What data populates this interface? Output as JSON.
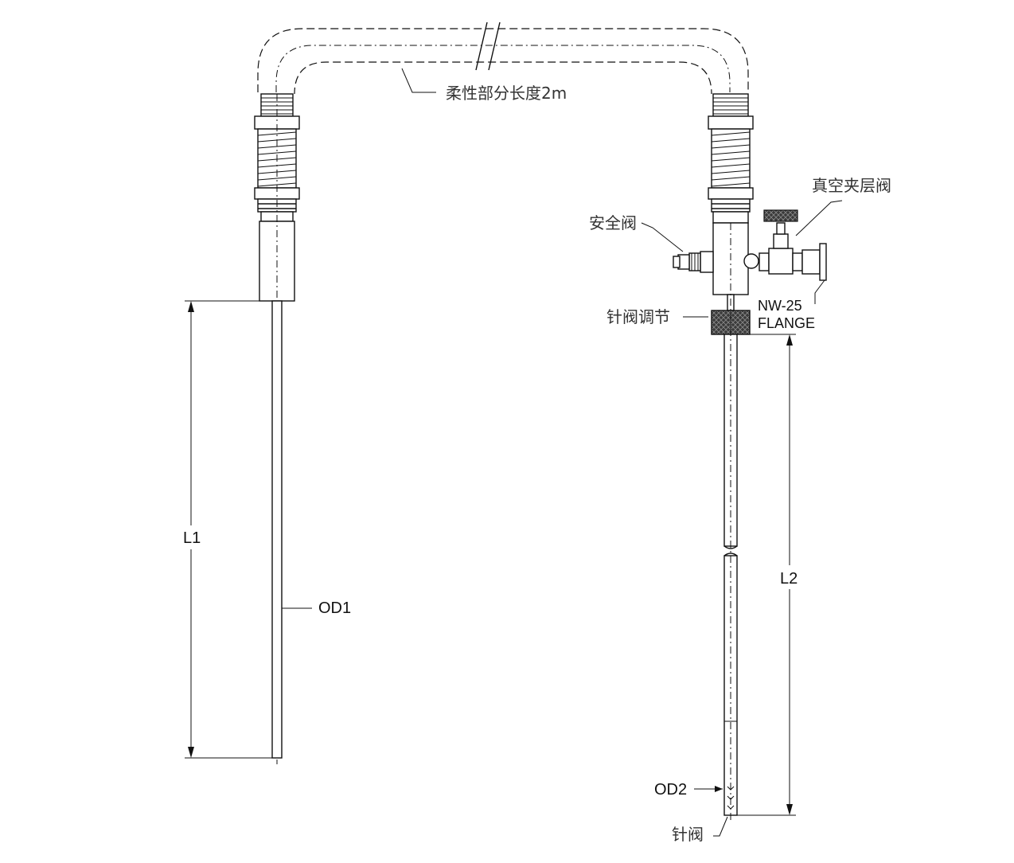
{
  "labels": {
    "flexible_length": "柔性部分长度2m",
    "vacuum_valve": "真空夹层阀",
    "safety_valve": "安全阀",
    "flange_line1": "NW-25",
    "flange_line2": "FLANGE",
    "needle_adjust": "针阀调节",
    "l1": "L1",
    "od1": "OD1",
    "l2": "L2",
    "od2": "OD2",
    "needle_valve": "针阀"
  },
  "colors": {
    "line": "#111111",
    "knurl": "#3a3a3a"
  }
}
